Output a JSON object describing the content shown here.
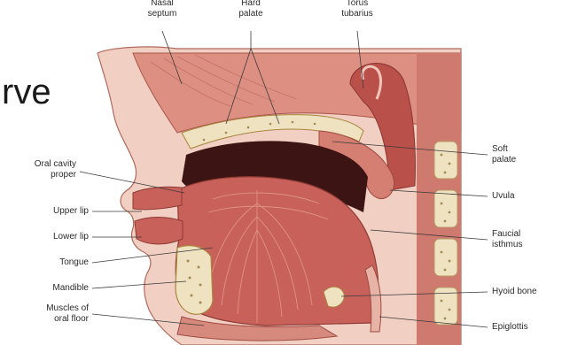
{
  "slide_text_fragment": "rve",
  "labels": {
    "nasal_septum": [
      "Nasal",
      "septum"
    ],
    "hard_palate": [
      "Hard",
      "palate"
    ],
    "torus_tubarius": [
      "Torus",
      "tubarius"
    ],
    "oral_cavity_proper": [
      "Oral cavity",
      "proper"
    ],
    "upper_lip": "Upper lip",
    "lower_lip": "Lower lip",
    "tongue": "Tongue",
    "mandible": "Mandible",
    "muscles_of_oral_floor": [
      "Muscles of",
      "oral floor"
    ],
    "soft_palate": [
      "Soft",
      "palate"
    ],
    "uvula": "Uvula",
    "faucial_isthmus": [
      "Faucial",
      "isthmus"
    ],
    "hyoid_bone": "Hyoid bone",
    "epiglottis": "Epiglottis"
  },
  "colors": {
    "muscle": "#c8615a",
    "muscle_dark": "#a9443f",
    "muscle_light": "#e29a8c",
    "skin": "#f3d7cb",
    "bone": "#efe2c0",
    "bone_dot": "#a38a54",
    "mucosa": "#e7b3a6",
    "leader_line": "#3a3a3a"
  }
}
